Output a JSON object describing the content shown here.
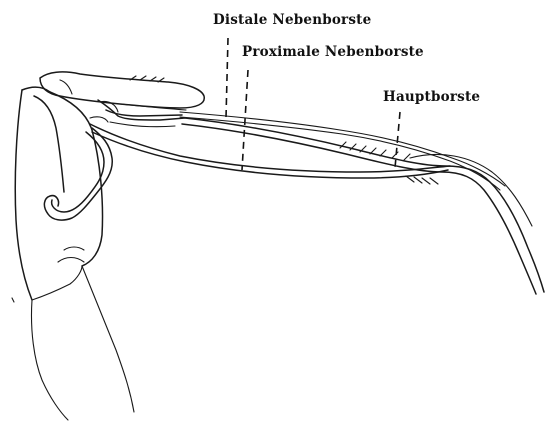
{
  "labels": {
    "distale": "Distale Nebenborste",
    "proximale": "Proximale Nebenborste",
    "haupt": "Hauptborste"
  }
}
